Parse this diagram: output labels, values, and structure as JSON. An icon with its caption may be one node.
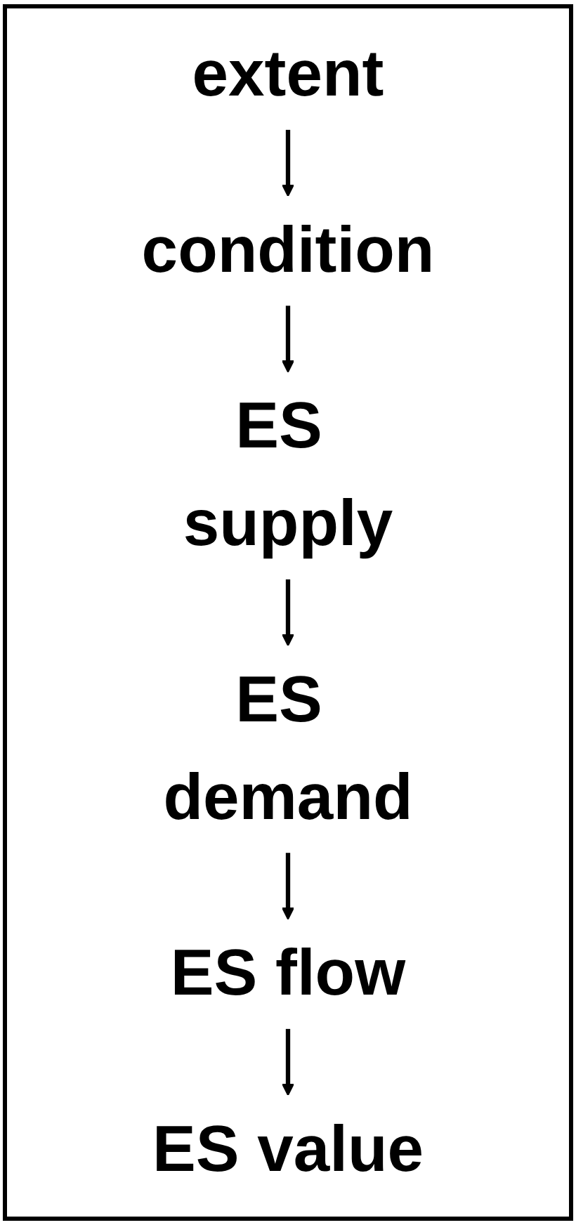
{
  "diagram": {
    "nodes": [
      {
        "text": [
          "extent"
        ]
      },
      {
        "text": [
          "condition"
        ]
      },
      {
        "text": [
          "ES supply"
        ]
      },
      {
        "text": [
          "ES demand"
        ]
      },
      {
        "text": [
          "ES flow"
        ]
      },
      {
        "text": [
          "ES value"
        ]
      }
    ],
    "edges": [
      {
        "from": 0,
        "to": 1,
        "arrow": "to"
      },
      {
        "from": 1,
        "to": 2,
        "arrow": "to"
      },
      {
        "from": 2,
        "to": 3,
        "arrow": "to"
      },
      {
        "from": 3,
        "to": 4,
        "arrow": "to"
      },
      {
        "from": 4,
        "to": 5,
        "arrow": "to"
      }
    ]
  }
}
